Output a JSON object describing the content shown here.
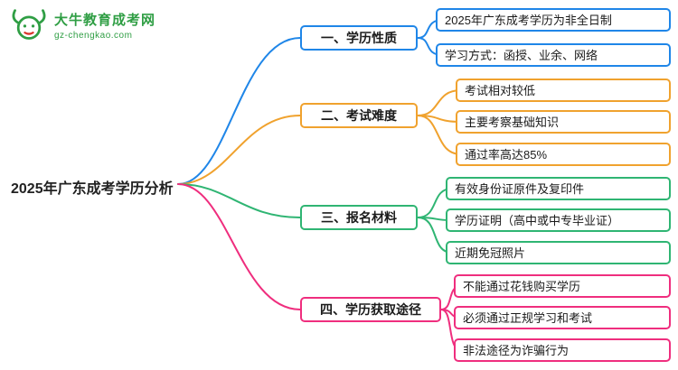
{
  "logo": {
    "title": "大牛教育成考网",
    "subtitle": "gz-chengkao.com",
    "color": "#2f9e44"
  },
  "root": {
    "label": "2025年广东成考学历分析",
    "color": "#222222"
  },
  "branches": [
    {
      "label": "一、学历性质",
      "color": "#1f86e8",
      "children": [
        {
          "label": "2025年广东成考学历为非全日制"
        },
        {
          "label": "学习方式：函授、业余、网络"
        }
      ]
    },
    {
      "label": "二、考试难度",
      "color": "#f0a22e",
      "children": [
        {
          "label": "考试相对较低"
        },
        {
          "label": "主要考察基础知识"
        },
        {
          "label": "通过率高达85%"
        }
      ]
    },
    {
      "label": "三、报名材料",
      "color": "#2fb573",
      "children": [
        {
          "label": "有效身份证原件及复印件"
        },
        {
          "label": "学历证明（高中或中专毕业证）"
        },
        {
          "label": "近期免冠照片"
        }
      ]
    },
    {
      "label": "四、学历获取途径",
      "color": "#ef2e7e",
      "children": [
        {
          "label": "不能通过花钱购买学历"
        },
        {
          "label": "必须通过正规学习和考试"
        },
        {
          "label": "非法途径为诈骗行为"
        }
      ]
    }
  ]
}
